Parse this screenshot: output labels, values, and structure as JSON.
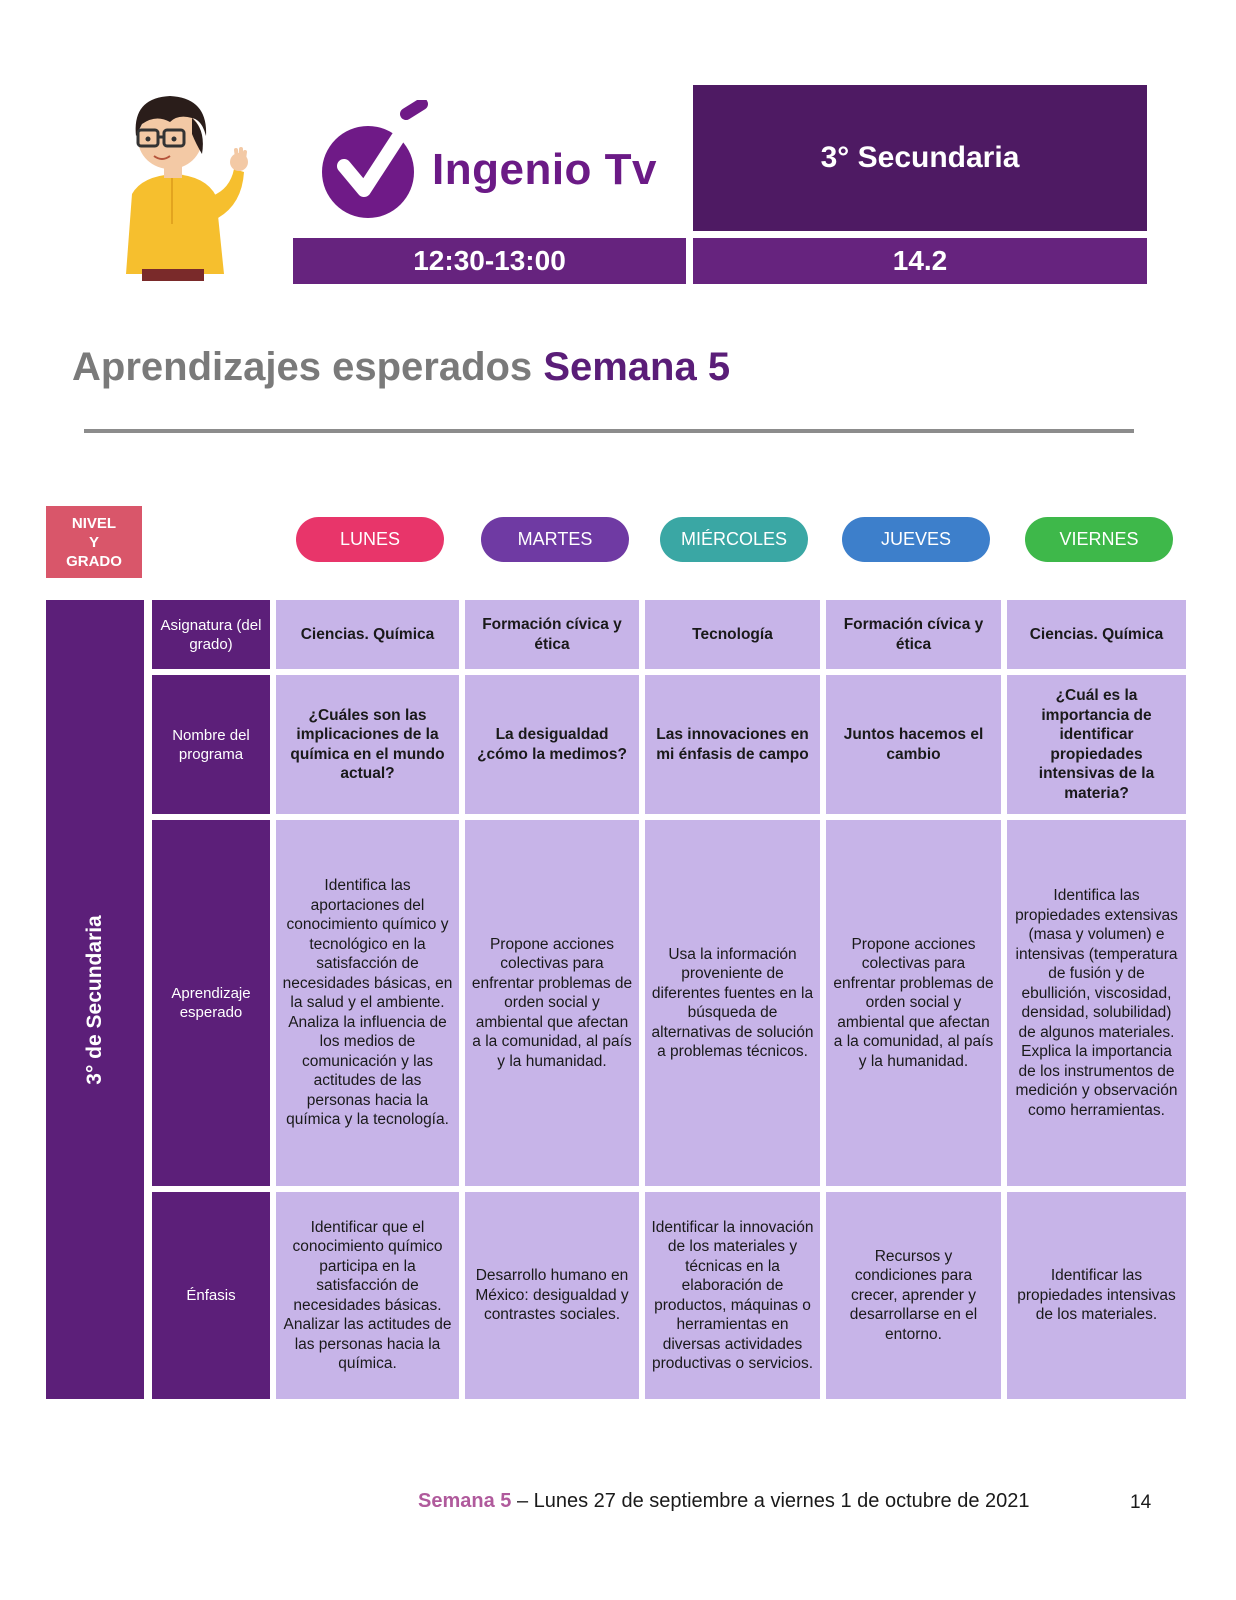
{
  "header": {
    "logo_text": "Ingenio Tv",
    "grade": "3° Secundaria",
    "time": "12:30-13:00",
    "channel": "14.2"
  },
  "title": {
    "prefix": "Aprendizajes esperados",
    "highlight": "Semana 5"
  },
  "nivel_label": [
    "NIVEL",
    "Y",
    "GRADO"
  ],
  "grade_band": "3° de Secundaria",
  "days": [
    {
      "label": "LUNES",
      "color": "#e8356a"
    },
    {
      "label": "MARTES",
      "color": "#6f3aa3"
    },
    {
      "label": "MIÉRCOLES",
      "color": "#3aa7a4"
    },
    {
      "label": "JUEVES",
      "color": "#3d7fcb"
    },
    {
      "label": "VIERNES",
      "color": "#3eb84a"
    }
  ],
  "row_headers": [
    "Asignatura (del grado)",
    "Nombre del programa",
    "Aprendizaje esperado",
    "Énfasis"
  ],
  "table": {
    "asignatura": [
      "Ciencias. Química",
      "Formación cívica y ética",
      "Tecnología",
      "Formación cívica y ética",
      "Ciencias. Química"
    ],
    "programa": [
      "¿Cuáles son las implicaciones de la química en el mundo actual?",
      "La desigualdad ¿cómo la medimos?",
      "Las innovaciones en mi énfasis de campo",
      "Juntos hacemos el cambio",
      "¿Cuál es la importancia de identificar propiedades intensivas de la materia?"
    ],
    "aprendizaje": [
      "Identifica las aportaciones del conocimiento químico y tecnológico en la satisfacción de necesidades básicas, en la salud y el ambiente. Analiza la influencia de los medios de comunicación y las actitudes de las personas hacia la química y la tecnología.",
      "Propone acciones colectivas para enfrentar problemas de orden social y ambiental que afectan a la comunidad, al país y la humanidad.",
      "Usa la información proveniente de diferentes fuentes en la búsqueda de alternativas de solución a problemas técnicos.",
      "Propone acciones colectivas para enfrentar problemas de orden social y ambiental que afectan a la comunidad, al país y la humanidad.",
      "Identifica las propiedades extensivas (masa y volumen) e intensivas (temperatura de fusión y de ebullición, viscosidad, densidad, solubilidad) de algunos materiales. Explica la importancia de los instrumentos de medición y observación como herramientas."
    ],
    "enfasis": [
      "Identificar que el conocimiento químico participa en la satisfacción de necesidades básicas. Analizar las actitudes de las personas hacia la química.",
      "Desarrollo humano en México: desigualdad y contrastes sociales.",
      "Identificar la innovación de los materiales y técnicas en la elaboración de productos, máquinas o herramientas en diversas actividades productivas o servicios.",
      "Recursos y condiciones para crecer, aprender y desarrollarse en el entorno.",
      "Identificar las propiedades intensivas de los materiales."
    ]
  },
  "footer": {
    "week": "Semana 5",
    "dates": " – Lunes 27 de septiembre a viernes 1 de octubre de 2021",
    "page": "14"
  }
}
